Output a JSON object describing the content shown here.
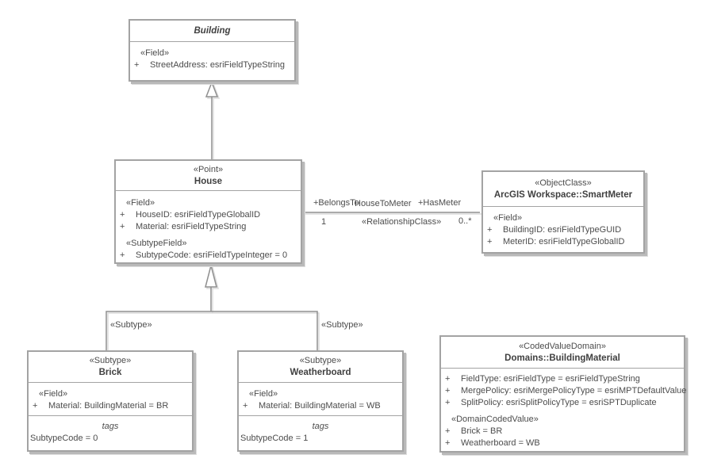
{
  "colors": {
    "box_border": "#a3a3a3",
    "box_shadow": "#b9b9b9",
    "connector_line": "#8f8f8f",
    "text": "#4c4c4c",
    "background": "#ffffff"
  },
  "classes": {
    "building": {
      "title": "Building",
      "field_header": "«Field»",
      "fields": [
        {
          "vis": "+",
          "text": "StreetAddress: esriFieldTypeString"
        }
      ]
    },
    "house": {
      "stereotype": "«Point»",
      "title": "House",
      "field_header": "«Field»",
      "fields": [
        {
          "vis": "+",
          "text": "HouseID: esriFieldTypeGlobalID"
        },
        {
          "vis": "+",
          "text": "Material: esriFieldTypeString"
        }
      ],
      "subtype_field_header": "«SubtypeField»",
      "subtype_fields": [
        {
          "vis": "+",
          "text": "SubtypeCode: esriFieldTypeInteger = 0"
        }
      ]
    },
    "smartmeter": {
      "stereotype": "«ObjectClass»",
      "title": "ArcGIS Workspace::SmartMeter",
      "field_header": "«Field»",
      "fields": [
        {
          "vis": "+",
          "text": "BuildingID: esriFieldTypeGUID"
        },
        {
          "vis": "+",
          "text": "MeterID: esriFieldTypeGlobalID"
        }
      ]
    },
    "brick": {
      "stereotype": "«Subtype»",
      "title": "Brick",
      "field_header": "«Field»",
      "fields": [
        {
          "vis": "+",
          "text": "Material: BuildingMaterial = BR"
        }
      ],
      "tags_label": "tags",
      "tags": [
        "SubtypeCode = 0"
      ]
    },
    "weatherboard": {
      "stereotype": "«Subtype»",
      "title": "Weatherboard",
      "field_header": "«Field»",
      "fields": [
        {
          "vis": "+",
          "text": "Material: BuildingMaterial = WB"
        }
      ],
      "tags_label": "tags",
      "tags": [
        "SubtypeCode = 1"
      ]
    },
    "domain": {
      "stereotype": "«CodedValueDomain»",
      "title": "Domains::BuildingMaterial",
      "attrs": [
        {
          "vis": "+",
          "text": "FieldType: esriFieldType = esriFieldTypeString"
        },
        {
          "vis": "+",
          "text": "MergePolicy: esriMergePolicyType = esriMPTDefaultValue"
        },
        {
          "vis": "+",
          "text": "SplitPolicy: esriSplitPolicyType = esriSPTDuplicate"
        }
      ],
      "coded_header": "«DomainCodedValue»",
      "coded_values": [
        {
          "vis": "+",
          "text": "Brick = BR"
        },
        {
          "vis": "+",
          "text": "Weatherboard = WB"
        }
      ]
    }
  },
  "connectors": {
    "relationship": {
      "source_role": "+BelongsTo",
      "name": "HouseToMeter",
      "target_role": "+HasMeter",
      "source_multiplicity": "1",
      "stereotype": "«RelationshipClass»",
      "target_multiplicity": "0..*"
    },
    "generalization": {
      "subtype_left_label": "«Subtype»",
      "subtype_right_label": "«Subtype»"
    }
  }
}
